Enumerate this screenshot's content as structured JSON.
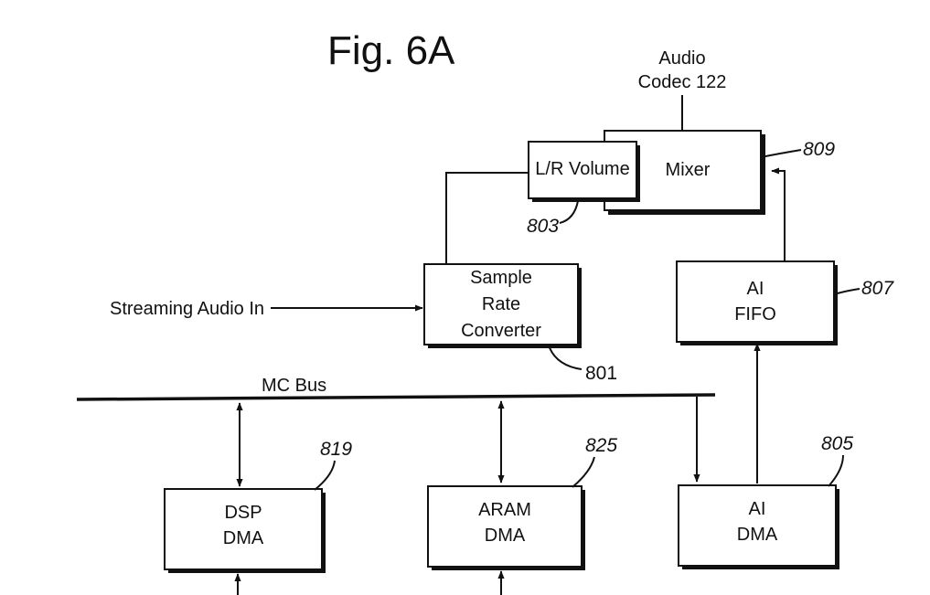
{
  "figure": {
    "title": "Fig. 6A"
  },
  "blocks": {
    "audio_codec": {
      "line1": "Audio",
      "line2": "Codec 122"
    },
    "lr_volume": {
      "label": "L/R Volume",
      "ref": "803"
    },
    "mixer": {
      "label": "Mixer",
      "ref": "809"
    },
    "sample_rate_converter": {
      "line1": "Sample",
      "line2": "Rate",
      "line3": "Converter",
      "ref": "801"
    },
    "ai_fifo": {
      "line1": "AI",
      "line2": "FIFO",
      "ref": "807"
    },
    "dsp_dma": {
      "line1": "DSP",
      "line2": "DMA",
      "ref": "819"
    },
    "aram_dma": {
      "line1": "ARAM",
      "line2": "DMA",
      "ref": "825"
    },
    "ai_dma": {
      "line1": "AI",
      "line2": "DMA",
      "ref": "805"
    }
  },
  "signals": {
    "streaming_audio_in": "Streaming Audio In",
    "mc_bus": "MC Bus"
  }
}
